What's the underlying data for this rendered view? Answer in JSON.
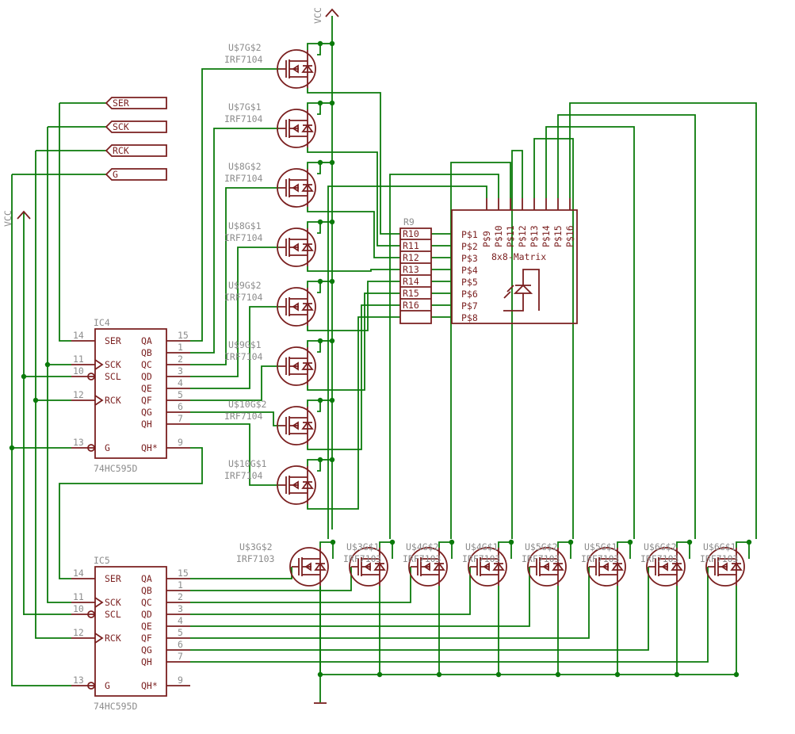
{
  "colors": {
    "wire": "#0a7a0a",
    "symbol": "#7a1f1f",
    "label": "#8c8c8c",
    "background": "#ffffff"
  },
  "power": {
    "vcc_top": "VCC",
    "vcc_left": "VCC"
  },
  "ports": [
    "SER",
    "SCK",
    "RCK",
    "G"
  ],
  "ic4": {
    "name": "IC4",
    "value": "74HC595D",
    "left_pins": [
      {
        "num": "14",
        "label": "SER"
      },
      {
        "num": "11",
        "label": "SCK"
      },
      {
        "num": "10",
        "label": "SCL"
      },
      {
        "num": "12",
        "label": "RCK"
      },
      {
        "num": "13",
        "label": "G"
      }
    ],
    "right_pins": [
      {
        "num": "15",
        "label": "QA"
      },
      {
        "num": "1",
        "label": "QB"
      },
      {
        "num": "2",
        "label": "QC"
      },
      {
        "num": "3",
        "label": "QD"
      },
      {
        "num": "4",
        "label": "QE"
      },
      {
        "num": "5",
        "label": "QF"
      },
      {
        "num": "6",
        "label": "QG"
      },
      {
        "num": "7",
        "label": "QH"
      },
      {
        "num": "9",
        "label": "QH*"
      }
    ]
  },
  "ic5": {
    "name": "IC5",
    "value": "74HC595D",
    "left_pins": [
      {
        "num": "14",
        "label": "SER"
      },
      {
        "num": "11",
        "label": "SCK"
      },
      {
        "num": "10",
        "label": "SCL"
      },
      {
        "num": "12",
        "label": "RCK"
      },
      {
        "num": "13",
        "label": "G"
      }
    ],
    "right_pins": [
      {
        "num": "15",
        "label": "QA"
      },
      {
        "num": "1",
        "label": "QB"
      },
      {
        "num": "2",
        "label": "QC"
      },
      {
        "num": "3",
        "label": "QD"
      },
      {
        "num": "4",
        "label": "QE"
      },
      {
        "num": "5",
        "label": "QF"
      },
      {
        "num": "6",
        "label": "QG"
      },
      {
        "num": "7",
        "label": "QH"
      },
      {
        "num": "9",
        "label": "QH*"
      }
    ]
  },
  "pmos": [
    {
      "name": "U$7G$2",
      "value": "IRF7104"
    },
    {
      "name": "U$7G$1",
      "value": "IRF7104"
    },
    {
      "name": "U$8G$2",
      "value": "IRF7104"
    },
    {
      "name": "U$8G$1",
      "value": "IRF7104"
    },
    {
      "name": "U$9G$2",
      "value": "IRF7104"
    },
    {
      "name": "U$9G$1",
      "value": "IRF7104"
    },
    {
      "name": "U$10G$2",
      "value": "IRF7104"
    },
    {
      "name": "U$10G$1",
      "value": "IRF7104"
    }
  ],
  "nmos": [
    {
      "name": "U$3G$2",
      "value": "IRF7103"
    },
    {
      "name": "U$3G$1",
      "value": "IRF7103"
    },
    {
      "name": "U$4G$2",
      "value": "IRF7103"
    },
    {
      "name": "U$4G$1",
      "value": "IRF7103"
    },
    {
      "name": "U$5G$2",
      "value": "IRF7103"
    },
    {
      "name": "U$5G$1",
      "value": "IRF7103"
    },
    {
      "name": "U$6G$2",
      "value": "IRF7103"
    },
    {
      "name": "U$6G$1",
      "value": "IRF7103"
    }
  ],
  "resistor_array": {
    "name": "R9",
    "labels": [
      "R10",
      "R11",
      "R12",
      "R13",
      "R14",
      "R15",
      "R16"
    ]
  },
  "matrix": {
    "value": "8x8-Matrix",
    "left_pins": [
      "P$1",
      "P$2",
      "P$3",
      "P$4",
      "P$5",
      "P$6",
      "P$7",
      "P$8"
    ],
    "top_pins": [
      "P$9",
      "P$10",
      "P$11",
      "P$12",
      "P$13",
      "P$14",
      "P$15",
      "P$16"
    ]
  }
}
